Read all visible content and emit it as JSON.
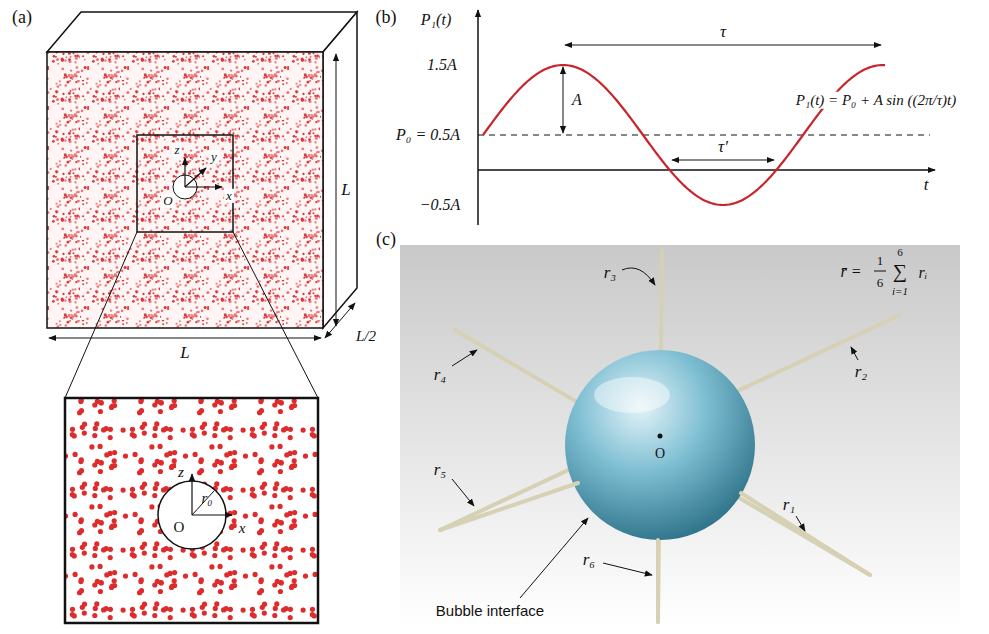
{
  "diagram": {
    "labels": [
      "(a)",
      "z",
      "y",
      "x",
      "O",
      "L",
      "L",
      "L/2",
      "z",
      "x",
      "r₀",
      "O",
      "(b)",
      "P₁(t)",
      "1.5A",
      "τ",
      "P₁(t) = P₀ + A sin ((2π/τ)t)",
      "A",
      "P₀ = 0.5A",
      "τ′",
      "t",
      "−0.5A",
      "(c)",
      "r̄ =",
      "1",
      "6",
      "6",
      "∑",
      "i=1",
      "rᵢ",
      "r₃",
      "r₄",
      "r₂",
      "r₅",
      "r₁",
      "r₆",
      "O",
      "Bubble interface"
    ]
  }
}
